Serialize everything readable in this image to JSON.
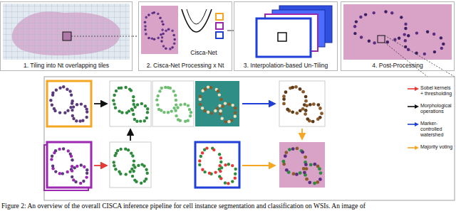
{
  "diagram": {
    "caption": "Figure 2: An overview of the overall CISCA inference pipeline for cell instance segmentation and classification on WSIs. An image of",
    "nodes": [
      {
        "text": [
          "1. Tiling into Nt overlapping tiles"
        ]
      },
      {
        "text": [
          "2. Cisca-Net Processing x Nt"
        ]
      },
      {
        "text": [
          "Cisca-Net"
        ],
        "in": 1
      },
      {
        "text": [
          "3. Interpolation-based Un-Tiling"
        ]
      },
      {
        "text": [
          "4. Post-Processing"
        ]
      }
    ],
    "edges": [
      {
        "from": 0,
        "to": 1,
        "arrow": "none"
      },
      {
        "from": 2,
        "to": 3,
        "arrow": "none"
      }
    ],
    "legend": [
      {
        "text": "Sobel kernels + thresholding"
      },
      {
        "text": "Morphological operations"
      },
      {
        "text": "Marker-controlled watershed"
      },
      {
        "text": "Majority voting"
      }
    ]
  }
}
